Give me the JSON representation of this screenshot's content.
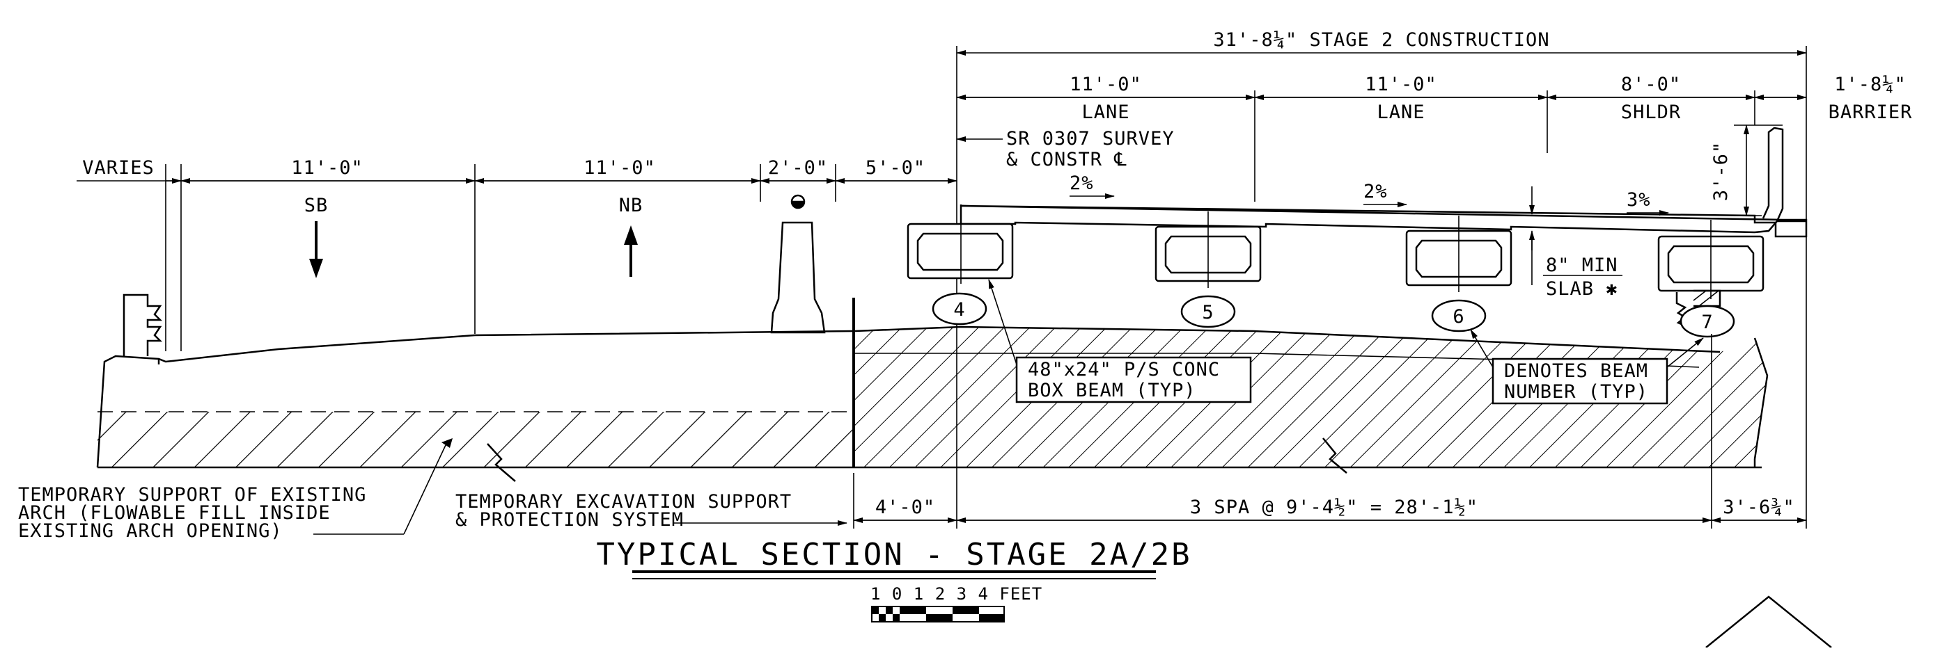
{
  "dimensions": {
    "stage2_total": "31'-8¼\" STAGE 2 CONSTRUCTION",
    "lane1": "11'-0\"",
    "lane1_label": "LANE",
    "lane2": "11'-0\"",
    "lane2_label": "LANE",
    "shoulder": "8'-0\"",
    "shoulder_label": "SHLDR",
    "barrier": "1'-8¼\"",
    "barrier_label": "BARRIER",
    "varies": "VARIES",
    "sb_width": "11'-0\"",
    "nb_width": "11'-0\"",
    "median": "2'-0\"",
    "offset": "5'-0\"",
    "barrier_height": "3'-6\"",
    "bottom_left": "4'-0\"",
    "spacing": "3 SPA @ 9'-4½\" = 28'-1½\"",
    "bottom_right": "3'-6¾\""
  },
  "directions": {
    "sb": "SB",
    "nb": "NB"
  },
  "survey": {
    "line1": "SR 0307 SURVEY",
    "line2": "& CONSTR ℄"
  },
  "slopes": {
    "s1": "2%",
    "s2": "2%",
    "s3": "3%"
  },
  "slab": {
    "line1": "8\" MIN",
    "line2": "SLAB ✱"
  },
  "beams": {
    "b4": "4",
    "b5": "5",
    "b6": "6",
    "b7": "7"
  },
  "callouts": {
    "box_beam_1": "48\"x24\" P/S CONC",
    "box_beam_2": "BOX BEAM (TYP)",
    "denotes_1": "DENOTES BEAM",
    "denotes_2": "NUMBER (TYP)",
    "temp_support_1": "TEMPORARY SUPPORT OF EXISTING",
    "temp_support_2": "ARCH (FLOWABLE FILL INSIDE",
    "temp_support_3": "EXISTING ARCH OPENING)",
    "temp_exc_1": "TEMPORARY EXCAVATION SUPPORT",
    "temp_exc_2": "& PROTECTION SYSTEM"
  },
  "title": "TYPICAL SECTION - STAGE 2A/2B",
  "scale": {
    "ticks": "1 0 1 2 3 4 FEET"
  }
}
